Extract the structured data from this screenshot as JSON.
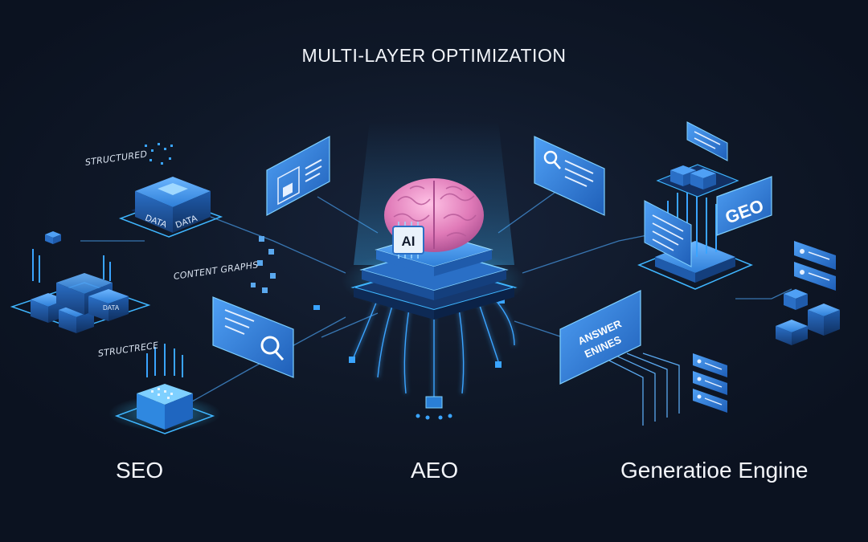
{
  "title": "MULTI-LAYER OPTIMIZATION",
  "left_cluster": {
    "label_top": "STRUCTURED",
    "label_middle": "CONTENT GRAPHS",
    "label_bottom": "STRUCTRECE",
    "cube_labels": [
      "DATA",
      "DATA"
    ],
    "small_cube_label": "DATA"
  },
  "center": {
    "chip_label": "AI"
  },
  "right_cluster": {
    "geo_label": "GEO",
    "answer_card": [
      "ANSWER",
      "ENINES"
    ]
  },
  "pillars": {
    "seo": "SEO",
    "aeo": "AEO",
    "generative": "Generatioe Engine"
  },
  "colors": {
    "background": "#0d1524",
    "accent_blue": "#3b8ee8",
    "glow_cyan": "#39c5ff",
    "brain_pink": "#e27fb7",
    "text": "#ffffff"
  }
}
